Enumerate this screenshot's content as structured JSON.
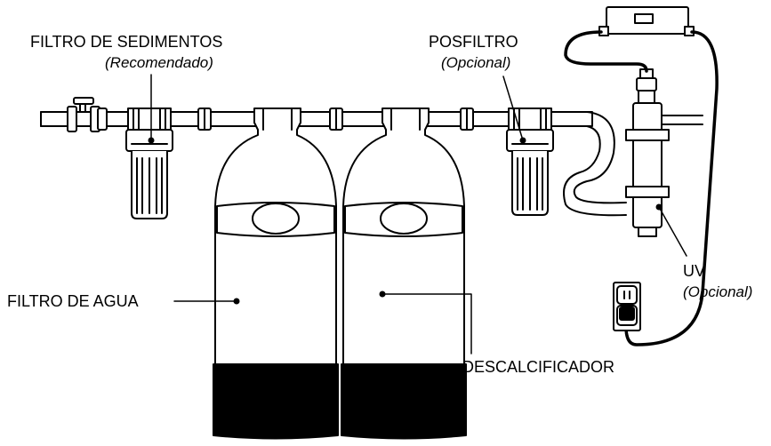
{
  "labels": {
    "sediment_filter": {
      "title": "FILTRO DE SEDIMENTOS",
      "note": "(Recomendado)"
    },
    "post_filter": {
      "title": "POSFILTRO",
      "note": "(Opcional)"
    },
    "uv": {
      "title": "UV",
      "note": "(Opcional)"
    },
    "water_filter": {
      "title": "FILTRO DE AGUA"
    },
    "softener": {
      "title": "DESCALCIFICADOR"
    }
  },
  "colors": {
    "line": "#000000",
    "tank_base": "#000000",
    "background": "#ffffff"
  }
}
